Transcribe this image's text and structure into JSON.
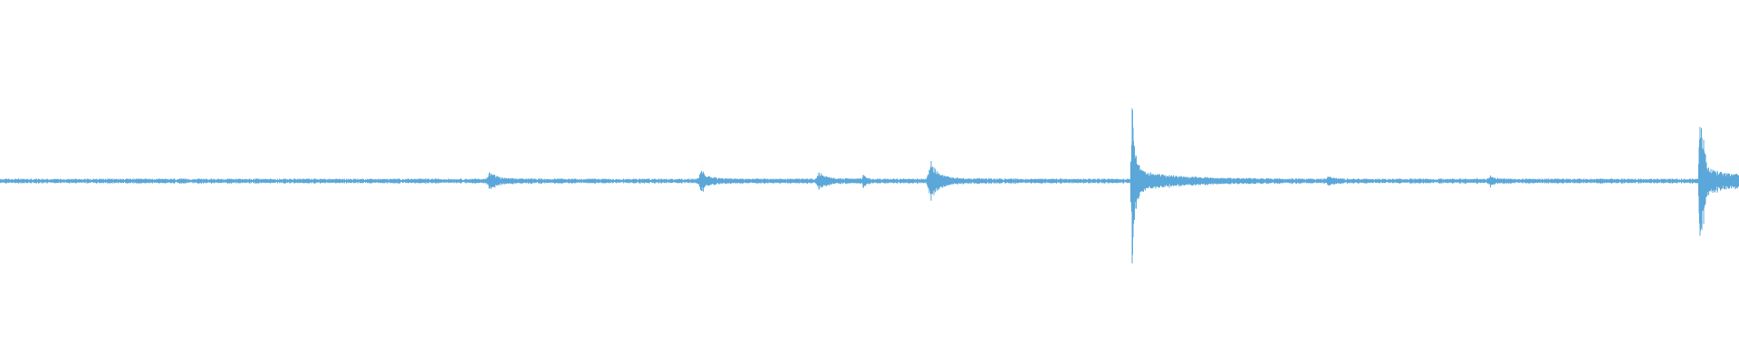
{
  "waveform": {
    "color": "#5ba7d9",
    "baseline_amplitude": 0.012,
    "bursts": [
      {
        "t": 0.2813,
        "amp": 0.06,
        "decay": 0.0035,
        "sustain": 0.018
      },
      {
        "t": 0.403,
        "amp": 0.08,
        "decay": 0.0035,
        "sustain": 0.016
      },
      {
        "t": 0.4708,
        "amp": 0.06,
        "decay": 0.0035,
        "sustain": 0.02
      },
      {
        "t": 0.4965,
        "amp": 0.05,
        "decay": 0.0012,
        "sustain": 0.004
      },
      {
        "t": 0.5351,
        "amp": 0.14,
        "decay": 0.0045,
        "sustain": 0.018
      },
      {
        "t": 0.6509,
        "amp": 0.6,
        "decay": 0.0018,
        "sustain": 0.028
      },
      {
        "t": 0.764,
        "amp": 0.03,
        "decay": 0.003,
        "sustain": 0.01
      },
      {
        "t": 0.8566,
        "amp": 0.03,
        "decay": 0.003,
        "sustain": 0.01
      },
      {
        "t": 0.9775,
        "amp": 0.75,
        "decay": 0.0018,
        "sustain": 0.03
      }
    ]
  }
}
